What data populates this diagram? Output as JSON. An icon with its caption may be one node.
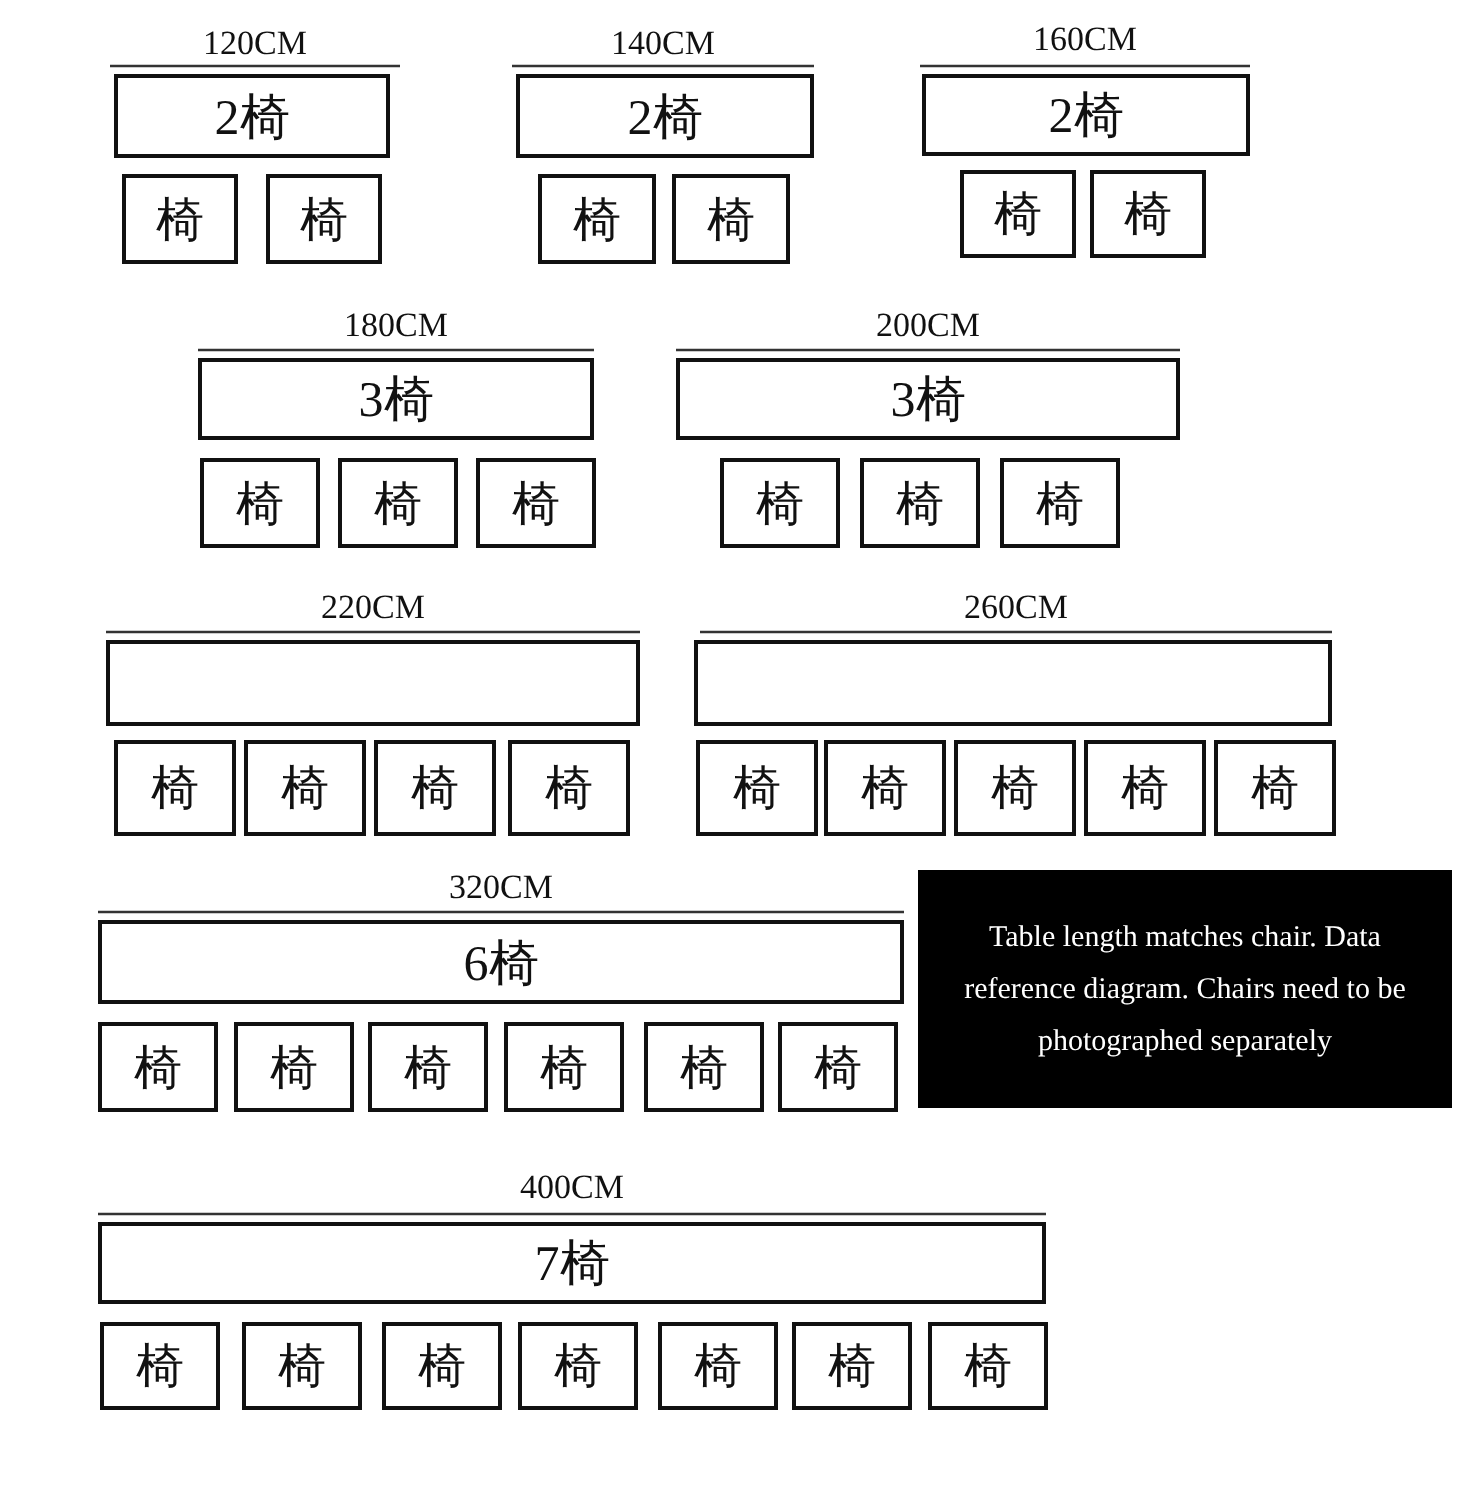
{
  "diagram": {
    "nodes": [
      {
        "text": [
          "2椅"
        ]
      },
      {
        "text": [
          "椅"
        ]
      },
      {
        "text": [
          "椅"
        ]
      },
      {
        "text": [
          "2椅"
        ]
      },
      {
        "text": [
          "椅"
        ]
      },
      {
        "text": [
          "椅"
        ]
      },
      {
        "text": [
          "2椅"
        ]
      },
      {
        "text": [
          "椅"
        ]
      },
      {
        "text": [
          "椅"
        ]
      },
      {
        "text": [
          "3椅"
        ]
      },
      {
        "text": [
          "椅"
        ]
      },
      {
        "text": [
          "椅"
        ]
      },
      {
        "text": [
          "椅"
        ]
      },
      {
        "text": [
          "3椅"
        ]
      },
      {
        "text": [
          "椅"
        ]
      },
      {
        "text": [
          "椅"
        ]
      },
      {
        "text": [
          "椅"
        ]
      },
      {
        "text": [],
        "shape": "box"
      },
      {
        "text": [
          "椅"
        ]
      },
      {
        "text": [
          "椅"
        ]
      },
      {
        "text": [
          "椅"
        ]
      },
      {
        "text": [
          "椅"
        ]
      },
      {
        "text": [],
        "shape": "box"
      },
      {
        "text": [
          "椅"
        ]
      },
      {
        "text": [
          "椅"
        ]
      },
      {
        "text": [
          "椅"
        ]
      },
      {
        "text": [
          "椅"
        ]
      },
      {
        "text": [
          "椅"
        ]
      },
      {
        "text": [
          "6椅"
        ]
      },
      {
        "text": [
          "椅"
        ]
      },
      {
        "text": [
          "椅"
        ]
      },
      {
        "text": [
          "椅"
        ]
      },
      {
        "text": [
          "椅"
        ]
      },
      {
        "text": [
          "椅"
        ]
      },
      {
        "text": [
          "椅"
        ]
      },
      {
        "text": [
          "Table length matches chair. Data reference diagram.  Chairs need to be photographed separately"
        ]
      },
      {
        "text": [
          "7椅"
        ]
      },
      {
        "text": [
          "椅"
        ]
      },
      {
        "text": [
          "椅"
        ]
      },
      {
        "text": [
          "椅"
        ]
      },
      {
        "text": [
          "椅"
        ]
      },
      {
        "text": [
          "椅"
        ]
      },
      {
        "text": [
          "椅"
        ]
      },
      {
        "text": [
          "椅"
        ]
      }
    ],
    "labels": [
      "120CM",
      "140CM",
      "160CM",
      "180CM",
      "200CM",
      "220CM",
      "260CM",
      "320CM",
      "400CM"
    ]
  }
}
